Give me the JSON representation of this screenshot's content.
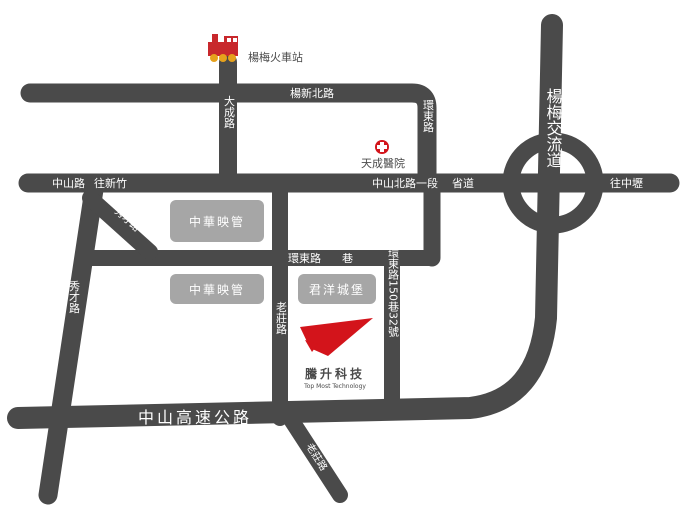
{
  "colors": {
    "road": "#4a4a4a",
    "building": "#a6a6a6",
    "company_red": "#d3141b",
    "train_red": "#c8282c",
    "train_yellow": "#e6a11c",
    "background": "#ffffff"
  },
  "icons": [
    "train-icon",
    "hospital-cross-icon",
    "company-logo-icon"
  ],
  "labels": {
    "station": "楊梅火車站",
    "yangxin_rd": "楊新北路",
    "dacheng_rd": "大成路",
    "huandong_rd": "環東路",
    "hospital": "天成醫院",
    "zhongshan_rd": "中山路",
    "to_xinzhu": "往新竹",
    "zhongshan_n_rd": "中山北路一段",
    "province_rd": "省道",
    "to_zhongli": "往中壢",
    "yangmei_interchange": "楊梅交流道",
    "cinema_1": "中華映管",
    "cinema_2": "中華映管",
    "junyang": "君洋城堡",
    "huandong_alley": "環東路",
    "alley": "巷",
    "laozhuang_rd": "老莊路",
    "laozhuang_rd_2": "老莊路",
    "xiucai_rd": "秀才路",
    "xiucai_rd_2": "秀才路",
    "lane_address": "環東路150巷32號",
    "company_name": "騰升科技",
    "company_sub": "Top Most Technology",
    "freeway": "中山高速公路"
  }
}
